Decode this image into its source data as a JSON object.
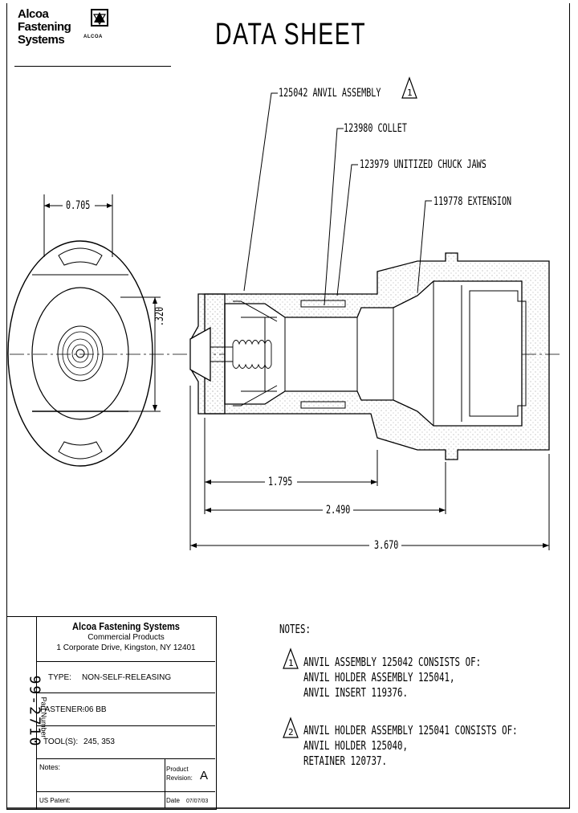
{
  "company_logo": {
    "line1": "Alcoa",
    "line2": "Fastening",
    "line3": "Systems",
    "mark_text": "ALCOA"
  },
  "title": "DATA SHEET",
  "callouts": {
    "anvil_assembly": "125042 ANVIL ASSEMBLY",
    "anvil_flag": "1",
    "collet": "123980 COLLET",
    "chuck_jaws": "123979 UNITIZED CHUCK JAWS",
    "extension": "119778 EXTENSION"
  },
  "dimensions": {
    "width_top": "0.705",
    "height_side": ".320",
    "len1": "1.795",
    "len2": "2.490",
    "len3": "3.670"
  },
  "title_block": {
    "company": "Alcoa Fastening Systems",
    "division": "Commercial Products",
    "address": "1 Corporate Drive, Kingston, NY 12401",
    "part_number_label": "Part Number",
    "part_number": "99-2710",
    "type_label": "TYPE:",
    "type_value": "NON-SELF-RELEASING",
    "fastener_label": "FASTENER:",
    "fastener_value": "-06 BB",
    "tools_label": "TOOL(S):",
    "tools_value": "245, 353",
    "notes_label": "Notes:",
    "revision_label_1": "Product",
    "revision_label_2": "Revision:",
    "revision_value": "A",
    "us_patent_label": "US Patent:",
    "date_label": "Date",
    "date_value": "07/07/03"
  },
  "notes": {
    "heading": "NOTES:",
    "n1_flag": "1",
    "n1_l1": "ANVIL ASSEMBLY 125042 CONSISTS OF:",
    "n1_l2": "ANVIL HOLDER ASSEMBLY 125041,",
    "n1_l3": "ANVIL INSERT 119376.",
    "n2_flag": "2",
    "n2_l1": "ANVIL HOLDER ASSEMBLY 125041 CONSISTS OF:",
    "n2_l2": "ANVIL HOLDER 125040,",
    "n2_l3": "RETAINER 120737."
  }
}
